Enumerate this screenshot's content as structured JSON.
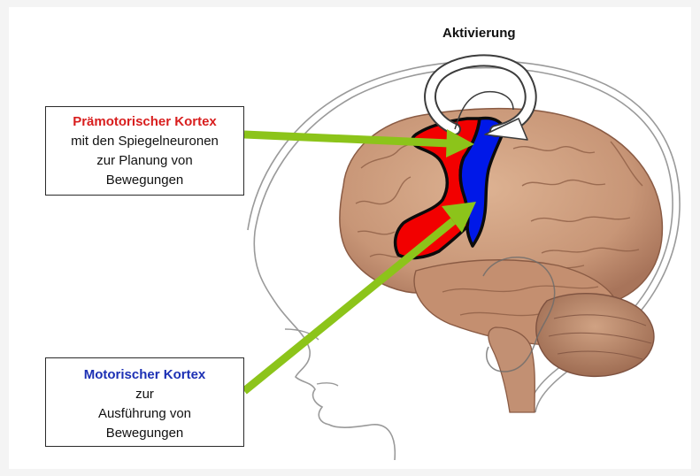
{
  "activation": {
    "label": "Aktivierung"
  },
  "premotor_box": {
    "title": "Prämotorischer Kortex",
    "line1": "mit den Spiegelneuronen",
    "line2": "zur Planung von",
    "line3": "Bewegungen"
  },
  "motor_box": {
    "title": "Motorischer Kortex",
    "line1": "zur",
    "line2": "Ausführung von",
    "line3": "Bewegungen"
  },
  "colors": {
    "premotor_region": "#f20000",
    "motor_region": "#0018e8",
    "premotor_title": "#d81e1e",
    "motor_title": "#1c30b4",
    "arrow": "#8cc41a",
    "brain": "#c99a78",
    "brain_shadow": "#a9765a",
    "cerebellum": "#b8886a",
    "head_outline": "#9a9a9a"
  },
  "icons": {
    "activation_arrow": "circular-arrow-icon",
    "pointer_arrows": "green-arrow-icon"
  }
}
